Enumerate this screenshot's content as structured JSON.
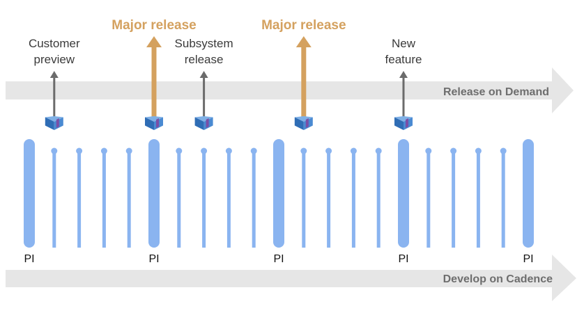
{
  "colors": {
    "band": "#e6e6e6",
    "band_text": "#6e6e6e",
    "tall_bar": "#8ab4f0",
    "thin_bar": "#8ab4f0",
    "major_arrow": "#d4a15f",
    "minor_arrow": "#6b6b6b",
    "major_label": "#d4a15f",
    "minor_label": "#3a3a3a",
    "pi_label": "#111111"
  },
  "bands": {
    "top": "Release on Demand",
    "bottom": "Develop on Cadence"
  },
  "pi_label": "PI",
  "pi_count": 5,
  "iterations_per_pi": 4,
  "releases": [
    {
      "type": "minor",
      "lines": [
        "Customer",
        "preview"
      ],
      "position": 1
    },
    {
      "type": "major",
      "lines": [
        "Major release"
      ],
      "position": 5
    },
    {
      "type": "minor",
      "lines": [
        "Subsystem",
        "release"
      ],
      "position": 7
    },
    {
      "type": "major",
      "lines": [
        "Major release"
      ],
      "position": 11
    },
    {
      "type": "minor",
      "lines": [
        "New",
        "feature"
      ],
      "position": 15
    }
  ]
}
